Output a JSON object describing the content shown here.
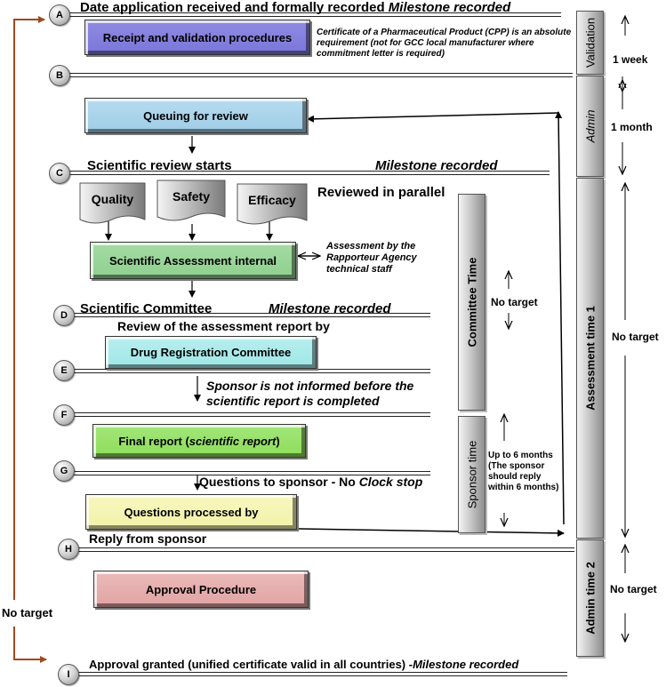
{
  "milestones": {
    "a": {
      "letter": "A",
      "text": "Date application received and formally recorded ",
      "tag": "Milestone recorded"
    },
    "b": {
      "letter": "B"
    },
    "c": {
      "letter": "C",
      "text": "Scientific review starts",
      "tag": "Milestone recorded"
    },
    "d": {
      "letter": "D",
      "text": "Scientific Committee",
      "tag": "Milestone recorded"
    },
    "e": {
      "letter": "E"
    },
    "f": {
      "letter": "F"
    },
    "g": {
      "letter": "G"
    },
    "h": {
      "letter": "H",
      "text": "Reply from sponsor"
    },
    "i": {
      "letter": "I",
      "text": "Approval granted (unified certificate valid in all countries) -",
      "tag": "Milestone recorded"
    }
  },
  "boxes": {
    "receipt": "Receipt and validation procedures",
    "queuing": "Queuing for review",
    "scientific": "Scientific Assessment internal",
    "drug_committee": "Drug Registration Committee",
    "final_report_prefix": "Final report (",
    "final_report_italic": "scientific report",
    "final_report_suffix": ")",
    "questions": "Questions processed by",
    "approval": "Approval Procedure"
  },
  "documents": [
    "Quality",
    "Safety",
    "Efficacy"
  ],
  "notes": {
    "cpp": "Certificate of a Pharmaceutical Product (CPP) is an absolute requirement (not for GCC local manufacturer where commitment letter is required)",
    "parallel": "Reviewed in parallel",
    "rapporteur": "Assessment by the Rapporteur Agency technical staff",
    "review_by": "Review of the assessment report by",
    "sponsor_not_informed": "Sponsor is not informed before the scientific report is completed",
    "questions_prefix": "Questions to sponsor",
    "questions_dash": " - No ",
    "questions_clock": "Clock stop",
    "no_target_left": "No target"
  },
  "bars": {
    "validation": "Validation",
    "admin": "Admin",
    "assessment": "Assessment time 1",
    "admin2": "Admin time 2",
    "committee": "Committee Time",
    "sponsor": "Sponsor time"
  },
  "side_labels": {
    "week": "1 week",
    "month": "1 month",
    "no_target_assess": "No target",
    "no_target_committee": "No target",
    "no_target_admin2": "No target",
    "sponsor_reply": "Up to 6 months (The sponsor should reply within 6 months)"
  },
  "colors": {
    "receipt": "#7b76d8",
    "queuing": "#9fcde6",
    "scientific": "#8ed08e",
    "drug_committee": "#9ee7e7",
    "final_report": "#8edd5a",
    "questions": "#f2f2a8",
    "approval": "#e1a3a3",
    "arrow_brown": "#a0481e"
  }
}
